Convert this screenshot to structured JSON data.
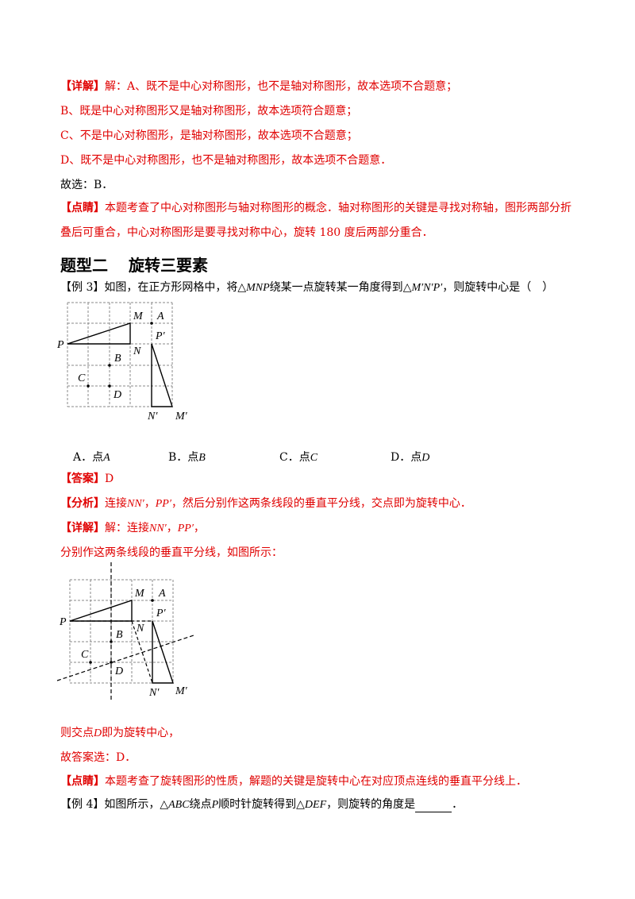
{
  "lines": {
    "l1_tag": "【详解】",
    "l1_text": "解：A、既不是中心对称图形，也不是轴对称图形，故本选项不合题意；",
    "l2": "B、既是中心对称图形又是轴对称图形，故本选项符合题意；",
    "l3": "C、不是中心对称图形，是轴对称图形，故本选项不合题意；",
    "l4": "D、既不是中心对称图形，也不是轴对称图形，故本选项不合题意．",
    "l5": "故选：B．",
    "l6_tag": "【点睛】",
    "l6_text": "本题考查了中心对称图形与轴对称图形的概念．轴对称图形的关键是寻找对称轴，图形两部分折",
    "l7": "叠后可重合，中心对称图形是要寻找对称中心，旋转 180 度后两部分重合．"
  },
  "heading": {
    "left": "题型二",
    "right": "旋转三要素"
  },
  "example3": {
    "tag": "【例 3】",
    "text_a": "如图，在正方形网格中，将",
    "tri1": "△MNP",
    "text_b": "绕某一点旋转某一角度得到",
    "tri2": "△M′N′P′",
    "text_c": "，则旋转中心是（　）"
  },
  "figure_labels": {
    "M": "M",
    "A": "A",
    "P_prime": "P′",
    "P": "P",
    "N": "N",
    "B": "B",
    "C": "C",
    "D": "D",
    "N_prime": "N′",
    "M_prime": "M′"
  },
  "options": {
    "a_prefix": "A．点",
    "a_val": "A",
    "b_prefix": "B．点",
    "b_val": "B",
    "c_prefix": "C．点",
    "c_val": "C",
    "d_prefix": "D．点",
    "d_val": "D"
  },
  "answer": {
    "tag": "【答案】",
    "text": "D"
  },
  "analysis": {
    "tag": "【分析】",
    "text_a": "连接",
    "seg1": "NN′",
    "sep": "，",
    "seg2": "PP′",
    "text_b": "，然后分别作这两条线段的垂直平分线，交点即为旋转中心．"
  },
  "detail": {
    "tag": "【详解】",
    "text_a": "解：连接",
    "seg1": "NN′",
    "sep": "，",
    "seg2": "PP′",
    "text_b": "，",
    "line2": "分别作这两条线段的垂直平分线，如图所示："
  },
  "conclusion": {
    "text_a": "则交点",
    "point": "D",
    "text_b": "即为旋转中心，",
    "answer_line": "故答案选：D．"
  },
  "note": {
    "tag": "【点睛】",
    "text": "本题考查了旋转图形的性质，解题的关键是旋转中心在对应顶点连线的垂直平分线上．"
  },
  "example4": {
    "tag": "【例 4】",
    "text_a": "如图所示，",
    "tri1": "△ABC",
    "text_b": "绕点",
    "point": "P",
    "text_c": "顺时针旋转得到",
    "tri2": "△DEF",
    "text_d": "，则旋转的角度是",
    "text_e": "．"
  },
  "colors": {
    "accent_red": "#e00000"
  }
}
